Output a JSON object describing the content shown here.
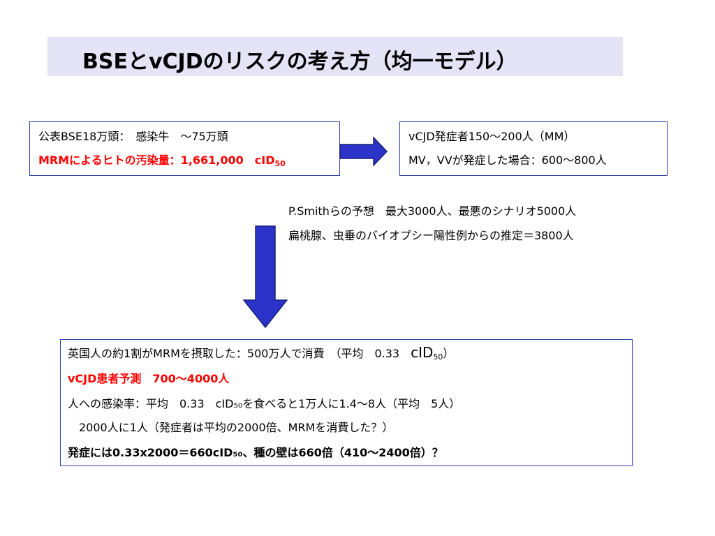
{
  "title": "BSEとvCJDのリスクの考え方（均一モデル）",
  "box_left": {
    "line1": "公表BSE18万頭：　感染牛　～75万頭",
    "line2_main": "MRMによるヒトの汚染量：1,661,000　cID",
    "line2_sub": "50"
  },
  "box_right": {
    "line1": "vCJD発症者150～200人（MM）",
    "line2": "MV，VVが発症した場合：600～800人"
  },
  "notes": {
    "line1": "P.Smithらの予想　最大3000人、最悪のシナリオ5000人",
    "line2": "扁桃腺、虫垂のバイオプシー陽性例からの推定＝3800人"
  },
  "box_bottom": {
    "line1_main": "英国人の約1割がMRMを摂取した：500万人で消費　（平均　0.33　",
    "line1_cid": "cID",
    "line1_sub": "50",
    "line1_end": "）",
    "line2": "vCJD患者予測　700～4000人",
    "line3": "人への感染率：平均　0.33　cID₅₀を食べると1万人に1.4～8人（平均　5人）",
    "line4": "2000人に1人（発症者は平均の2000倍、MRMを消費した？）",
    "line5": "発症には0.33x2000＝660cID₅₀、種の壁は660倍（410～2400倍）？"
  },
  "colors": {
    "accent_red": "#ff0000",
    "arrow_blue": "#2b33c8",
    "border_blue": "#2b3fa8",
    "title_bg": "#e4e4f6"
  }
}
